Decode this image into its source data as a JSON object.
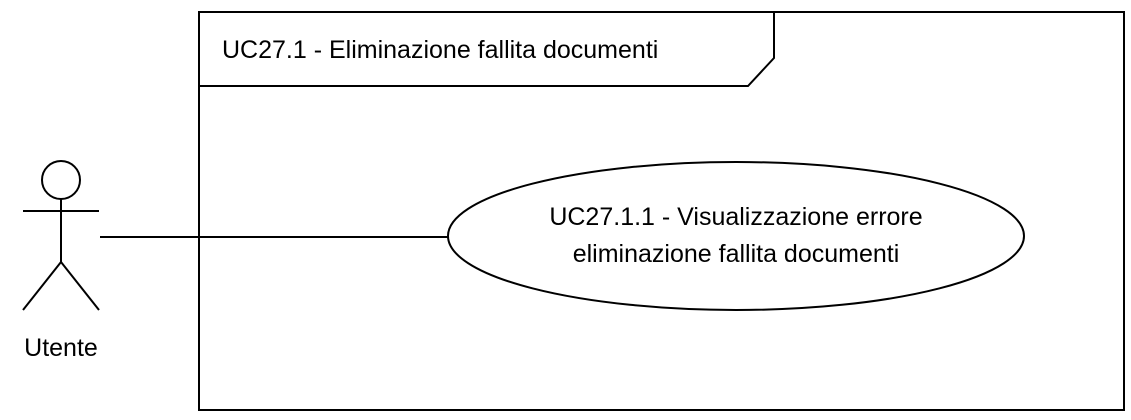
{
  "diagram": {
    "type": "use-case",
    "system_boundary": {
      "title": "UC27.1 - Eliminazione fallita documenti"
    },
    "actor": {
      "label": "Utente"
    },
    "use_case": {
      "line1": "UC27.1.1 - Visualizzazione errore",
      "line2": "eliminazione fallita documenti"
    },
    "association": {
      "from": "Utente",
      "to": "UC27.1.1 - Visualizzazione errore eliminazione fallita documenti"
    },
    "colors": {
      "stroke": "#000000",
      "fill": "#ffffff",
      "text": "#000000"
    }
  }
}
